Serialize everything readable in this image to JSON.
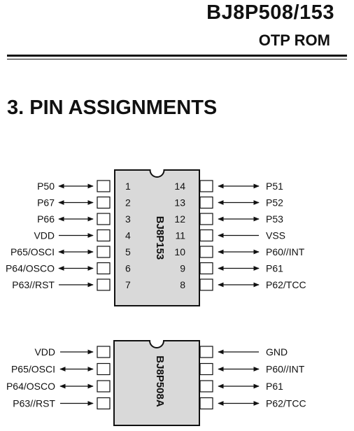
{
  "header": {
    "title": "BJ8P508/153",
    "subtitle": "OTP ROM"
  },
  "section_title": "3. PIN ASSIGNMENTS",
  "packages": [
    {
      "chip_label": "BJ8P153",
      "pins": [
        {
          "num": "1",
          "name": "P50",
          "side": "left",
          "dir": "bi"
        },
        {
          "num": "2",
          "name": "P67",
          "side": "left",
          "dir": "bi"
        },
        {
          "num": "3",
          "name": "P66",
          "side": "left",
          "dir": "bi"
        },
        {
          "num": "4",
          "name": "VDD",
          "side": "left",
          "dir": "in"
        },
        {
          "num": "5",
          "name": "P65/OSCI",
          "side": "left",
          "dir": "bi"
        },
        {
          "num": "6",
          "name": "P64/OSCO",
          "side": "left",
          "dir": "bi"
        },
        {
          "num": "7",
          "name": "P63//RST",
          "side": "left",
          "dir": "in"
        },
        {
          "num": "14",
          "name": "P51",
          "side": "right",
          "dir": "bi"
        },
        {
          "num": "13",
          "name": "P52",
          "side": "right",
          "dir": "bi"
        },
        {
          "num": "12",
          "name": "P53",
          "side": "right",
          "dir": "bi"
        },
        {
          "num": "11",
          "name": "VSS",
          "side": "right",
          "dir": "in"
        },
        {
          "num": "10",
          "name": "P60//INT",
          "side": "right",
          "dir": "bi"
        },
        {
          "num": "9",
          "name": "P61",
          "side": "right",
          "dir": "bi"
        },
        {
          "num": "8",
          "name": "P62/TCC",
          "side": "right",
          "dir": "bi"
        }
      ]
    },
    {
      "chip_label": "BJ8P508A",
      "pins": [
        {
          "num": "",
          "name": "VDD",
          "side": "left",
          "dir": "in"
        },
        {
          "num": "",
          "name": "P65/OSCI",
          "side": "left",
          "dir": "bi"
        },
        {
          "num": "",
          "name": "P64/OSCO",
          "side": "left",
          "dir": "bi"
        },
        {
          "num": "",
          "name": "P63//RST",
          "side": "left",
          "dir": "in"
        },
        {
          "num": "",
          "name": "GND",
          "side": "right",
          "dir": "in"
        },
        {
          "num": "",
          "name": "P60//INT",
          "side": "right",
          "dir": "bi"
        },
        {
          "num": "",
          "name": "P61",
          "side": "right",
          "dir": "bi"
        },
        {
          "num": "",
          "name": "P62/TCC",
          "side": "right",
          "dir": "bi"
        }
      ]
    }
  ]
}
